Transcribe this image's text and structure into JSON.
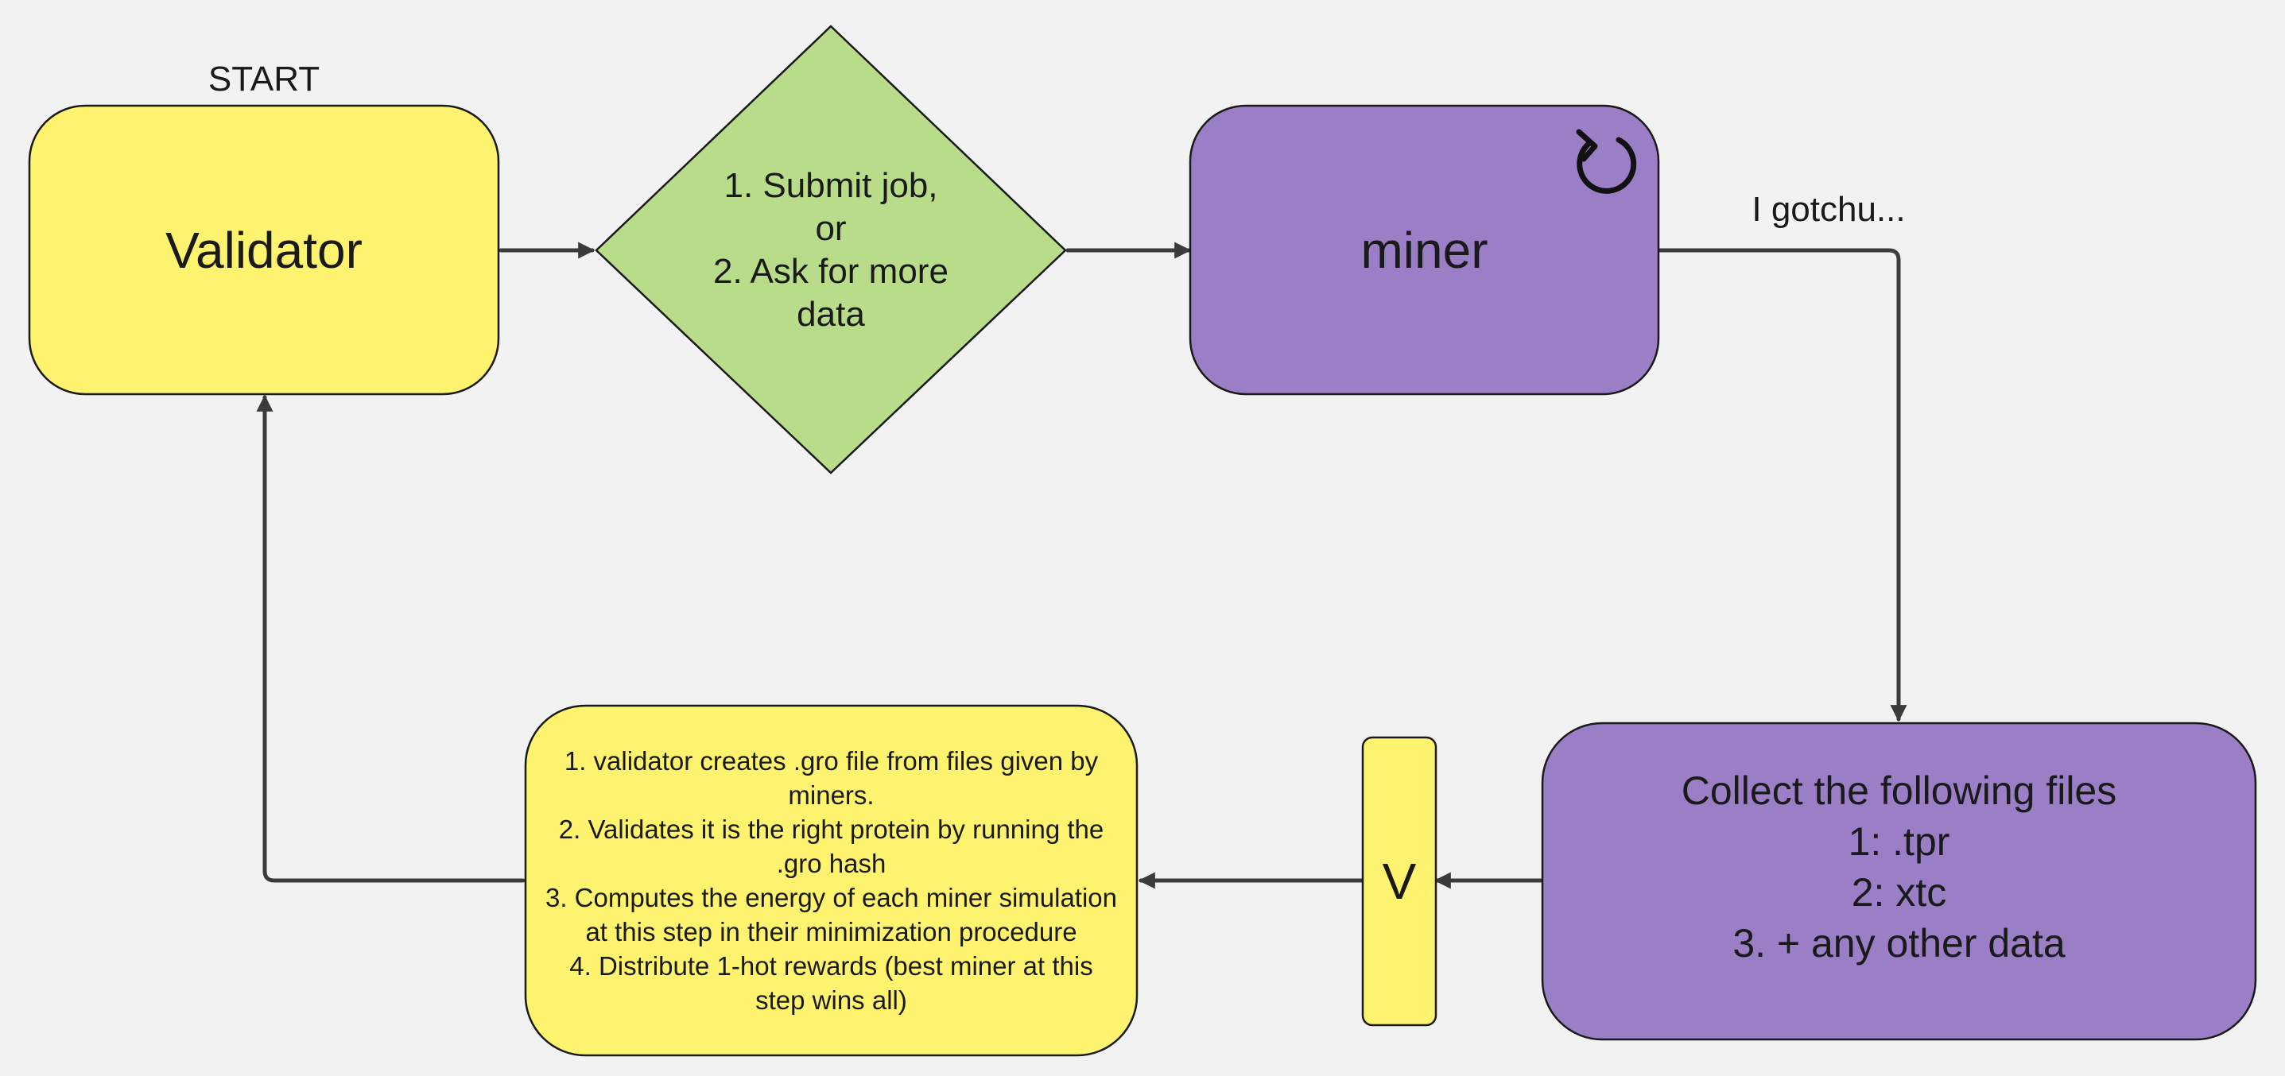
{
  "colors": {
    "background": "#f2f2f2",
    "yellow": "#fdf36e",
    "green": "#b8dc8a",
    "purple": "#9a7fc6",
    "connector": "#3b3b3b"
  },
  "start_label": "START",
  "validator": {
    "label": "Validator"
  },
  "decision": {
    "lines": [
      "1. Submit job,",
      "or",
      "2. Ask for more",
      "data"
    ]
  },
  "miner": {
    "label": "miner",
    "icon": "rotate-ccw-icon"
  },
  "miner_note": "I gotchu...",
  "collect": {
    "lines": [
      "Collect the following files",
      "1: .tpr",
      "2: xtc",
      "3. + any other data"
    ]
  },
  "v_box": {
    "label": "V"
  },
  "process": {
    "lines": [
      "1. validator creates .gro file from files given by",
      "miners.",
      "2. Validates it is the right protein by running the",
      ".gro hash",
      "3. Computes the energy of each miner simulation",
      "at this step in their minimization procedure",
      "4. Distribute 1-hot rewards (best miner at this",
      "step wins all)"
    ]
  }
}
